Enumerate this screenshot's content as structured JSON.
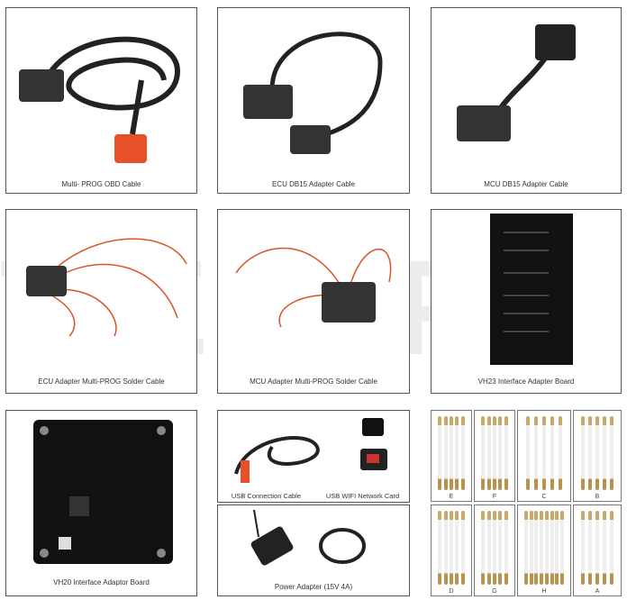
{
  "watermark": "TEMPUS",
  "items": [
    {
      "caption": "Multi- PROG OBD Cable"
    },
    {
      "caption": "ECU DB15 Adapter Cable"
    },
    {
      "caption": "MCU DB15 Adapter Cable"
    },
    {
      "caption": "ECU Adapter Multi-PROG Solder Cable"
    },
    {
      "caption": "MCU Adapter Multi-PROG Solder Cable"
    },
    {
      "caption": "VH23 Interface Adapter Board"
    },
    {
      "caption": "VH20 Interface Adaptor Board"
    },
    {
      "caption": "USB Connection Cable"
    },
    {
      "caption": "USB WIFI Network Card"
    },
    {
      "caption": "Power Adapter (15V 4A)"
    }
  ],
  "pins": [
    "E",
    "F",
    "C",
    "B",
    "D",
    "G",
    "H",
    "A"
  ],
  "colors": {
    "obd": "#e8502a",
    "cable": "#222222",
    "board": "#111111"
  }
}
